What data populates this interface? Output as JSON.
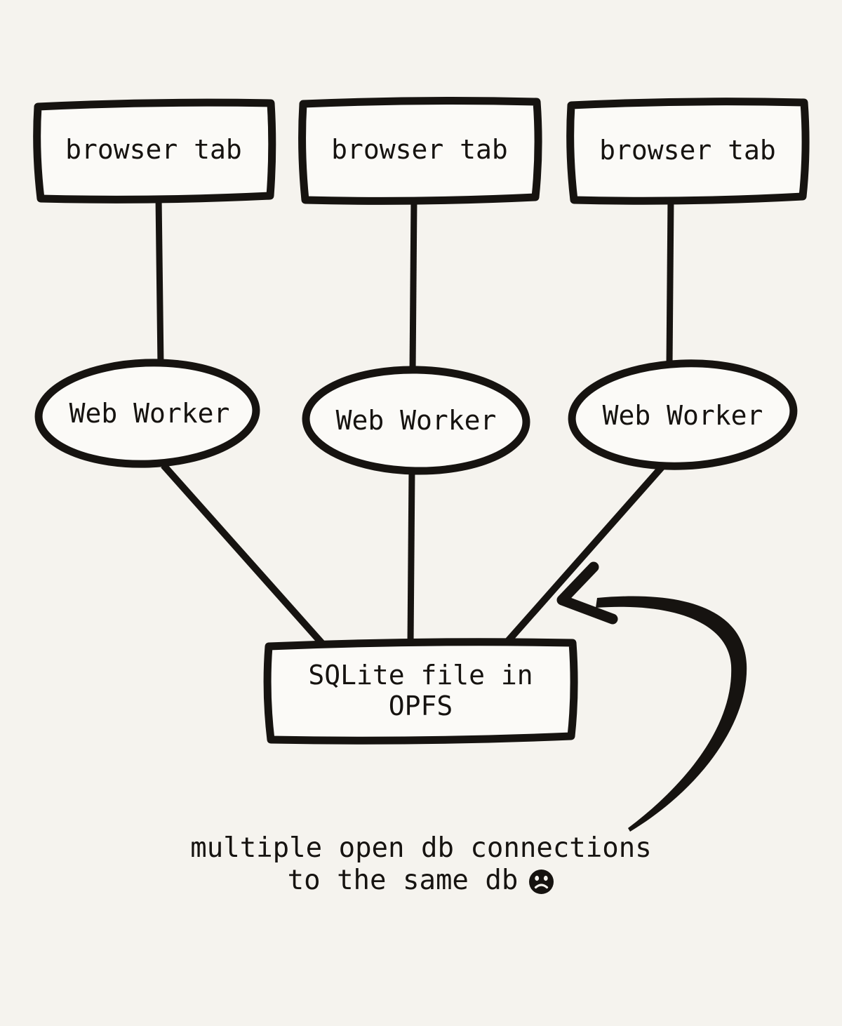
{
  "background_color": "#f5f3ee",
  "ink_color": "#161310",
  "nodes": {
    "browser_tabs": [
      {
        "label": "browser tab"
      },
      {
        "label": "browser tab"
      },
      {
        "label": "browser tab"
      }
    ],
    "web_workers": [
      {
        "label": "Web Worker"
      },
      {
        "label": "Web Worker"
      },
      {
        "label": "Web Worker"
      }
    ],
    "storage": {
      "line1": "SQLite file in",
      "line2": "OPFS"
    }
  },
  "edges": [
    "browser tab 1 - Web Worker 1",
    "browser tab 2 - Web Worker 2",
    "browser tab 3 - Web Worker 3",
    "Web Worker 1 - SQLite file in OPFS",
    "Web Worker 2 - SQLite file in OPFS",
    "Web Worker 3 - SQLite file in OPFS"
  ],
  "annotation": {
    "line1": "multiple open db connections",
    "line2": "to the same db",
    "emoji": "☹"
  }
}
